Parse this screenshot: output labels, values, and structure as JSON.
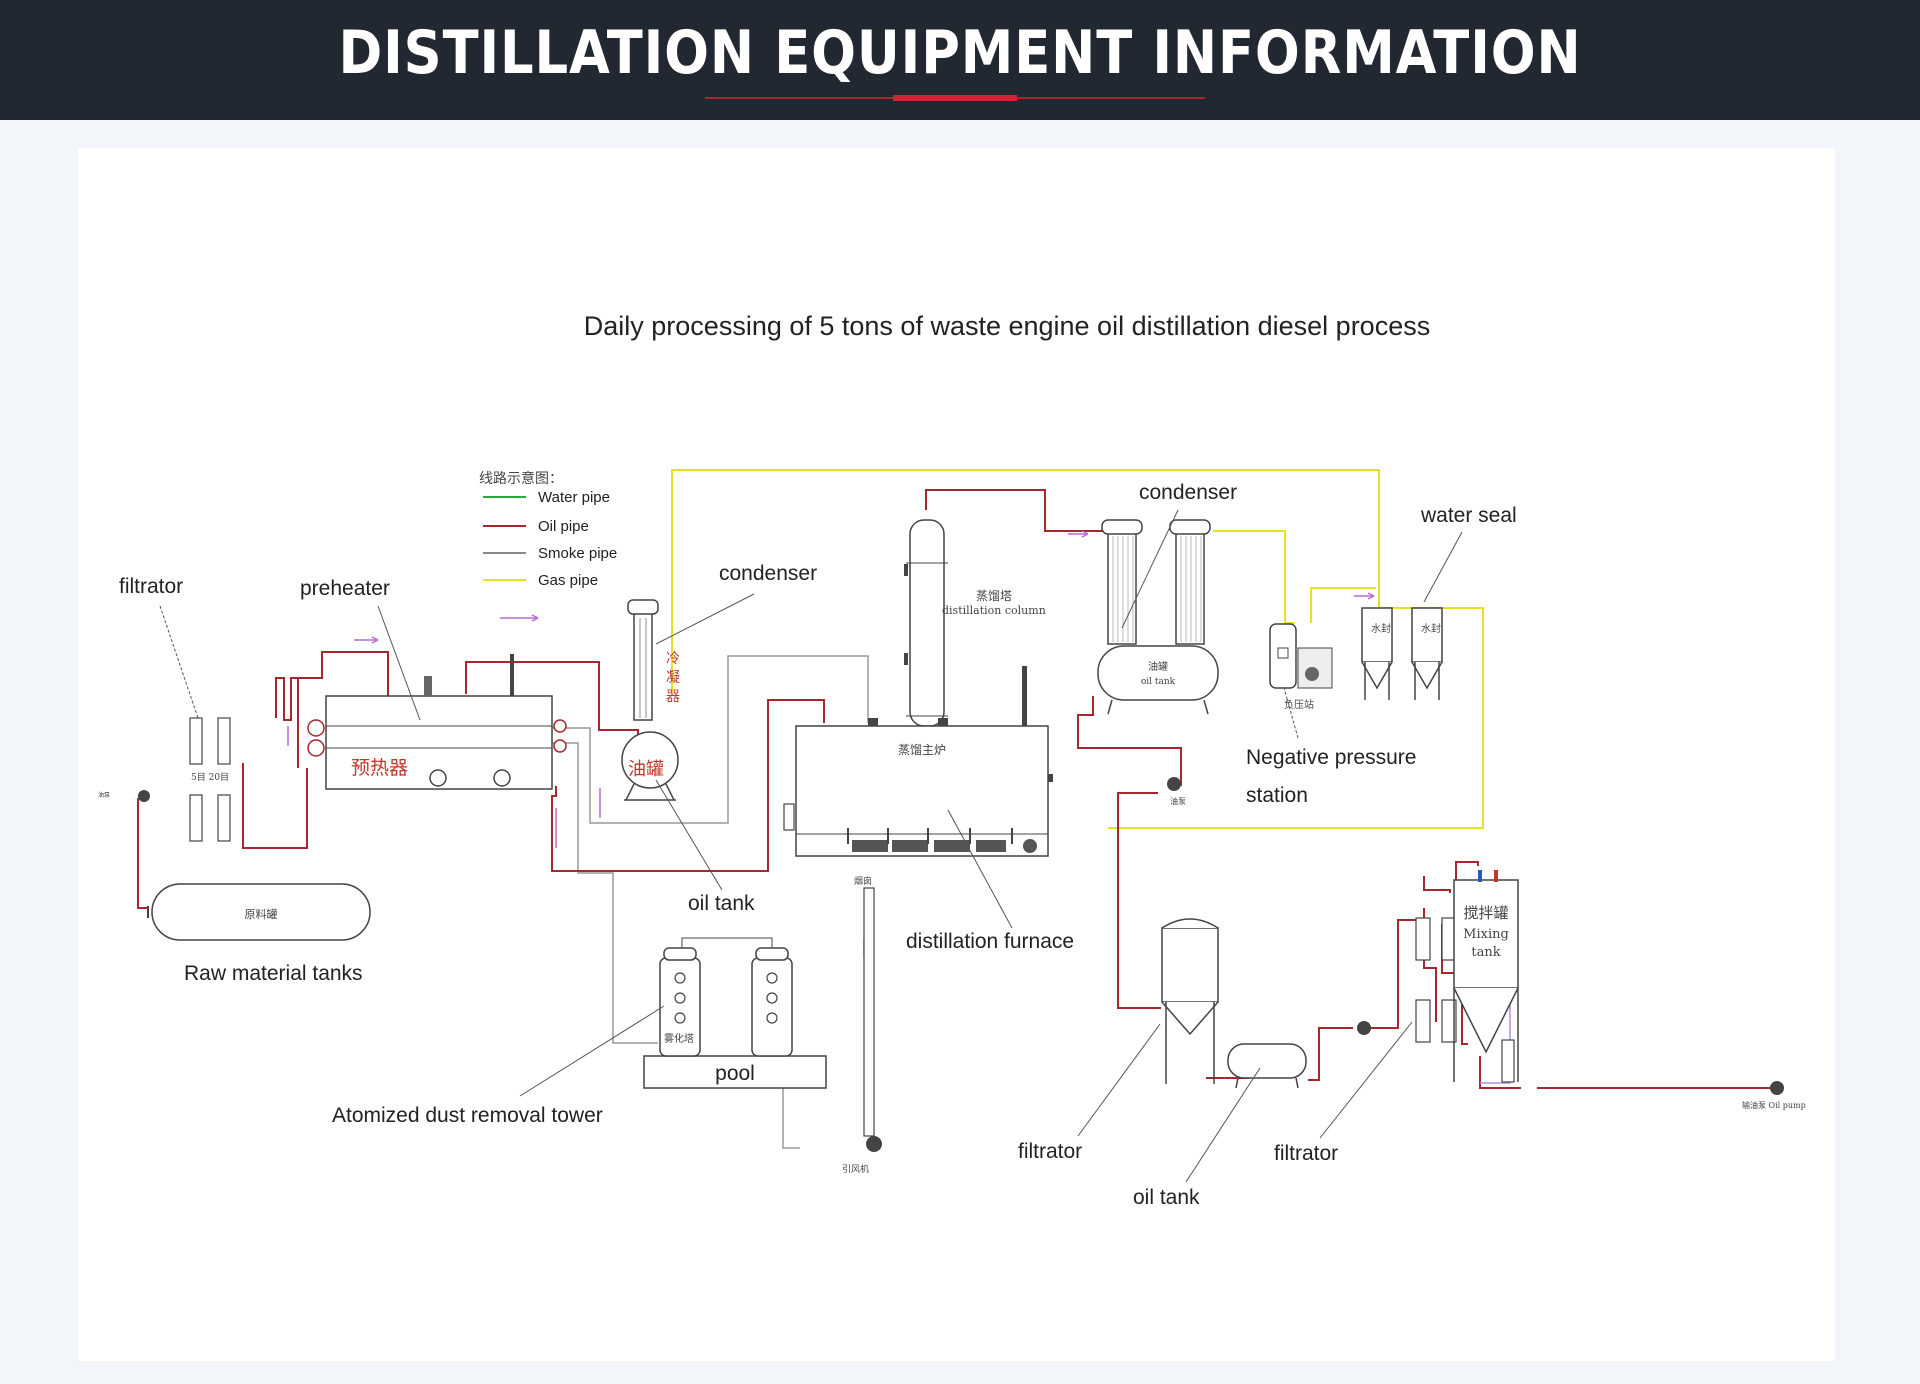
{
  "header": {
    "title": "DISTILLATION EQUIPMENT INFORMATION"
  },
  "diagram": {
    "title": "Daily processing of 5 tons of waste engine oil distillation diesel process",
    "legend": {
      "heading": "线路示意图：",
      "items": [
        {
          "label": "Water pipe",
          "color": "#2eaa3c"
        },
        {
          "label": "Oil pipe",
          "color": "#a8262d"
        },
        {
          "label": "Smoke pipe",
          "color": "#888888"
        },
        {
          "label": "Gas pipe",
          "color": "#e8e020"
        }
      ]
    },
    "labels": {
      "filtrator_left": "filtrator",
      "preheater": "preheater",
      "condenser_left": "condenser",
      "condenser_right": "condenser",
      "water_seal": "water seal",
      "negative_pressure_1": "Negative pressure",
      "negative_pressure_2": "station",
      "oil_tank_mid": "oil tank",
      "distillation_furnace": "distillation furnace",
      "raw_material_tanks": "Raw material tanks",
      "pool": "pool",
      "atomized_tower": "Atomized dust removal tower",
      "filtrator_bottom": "filtrator",
      "oil_tank_bottom": "oil tank",
      "filtrator_bottom_right": "filtrator"
    },
    "inner_text": {
      "preheater_cn": "预热器",
      "oil_tank_cn": "油罐",
      "condenser_cn": "冷凝器",
      "distillation_column_cn": "蒸馏塔",
      "distillation_column_en": "distillation column",
      "main_furnace_cn": "蒸馏主炉",
      "raw_tank_cn": "原料罐",
      "oil_tank2_cn": "油罐",
      "oil_tank2_en": "oil tank",
      "mixing_tank_cn": "搅拌罐",
      "mixing_tank_en1": "Mixing",
      "mixing_tank_en2": "tank",
      "water_seal_cn1": "水封",
      "water_seal_cn2": "水封",
      "atomizer_cn": "雾化塔",
      "fan_cn": "引风机",
      "chimney_cn": "烟囱",
      "oil_pump_right": "输油泵 Oil pump",
      "pump_mid": "油泵",
      "neg_station_cn": "负压站",
      "filter_cn": "5目 20目"
    }
  }
}
